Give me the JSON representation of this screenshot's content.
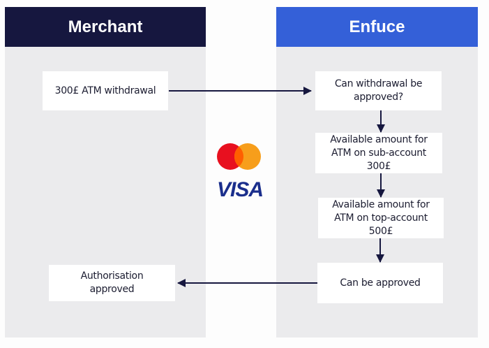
{
  "lanes": {
    "merchant": {
      "title": "Merchant",
      "color": "#16173f"
    },
    "enfuce": {
      "title": "Enfuce",
      "color": "#3460d8"
    }
  },
  "steps": {
    "withdrawal_request": "300£ ATM withdrawal",
    "can_approve": "Can withdrawal be approved?",
    "sub_account": "Available amount for ATM on sub-account 300£",
    "top_account": "Available amount for ATM on top-account 500£",
    "approved": "Can be approved",
    "authorisation": "Authorisation approved"
  },
  "logos": {
    "mastercard": "mastercard-logo",
    "visa": "VISA"
  }
}
